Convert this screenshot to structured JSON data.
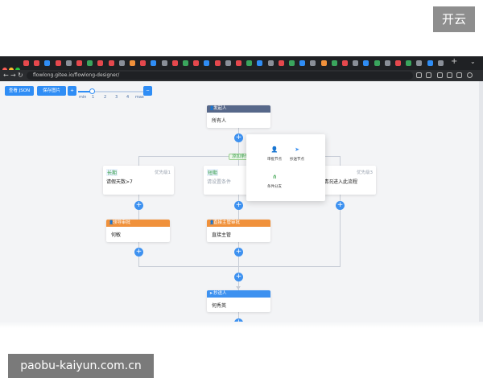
{
  "corner_badge": "开云",
  "browser": {
    "url": "flowlong.gitee.io/flowlong-designer/",
    "new_tab": "+"
  },
  "toolbar": {
    "view_json": "查看 JSON",
    "save_image": "保存图片",
    "zoom_in": "+",
    "zoom_out": "−",
    "zoom_ticks": [
      "min",
      "1",
      "2",
      "3",
      "4",
      "max"
    ]
  },
  "flow": {
    "initiator": {
      "title": "发起人",
      "value": "所有人"
    },
    "add_condition": "添加条件",
    "conditions": [
      {
        "name": "长期",
        "priority": "优先级1",
        "body": "请假天数>7"
      },
      {
        "name": "短期",
        "priority": "",
        "body": "请设置条件"
      },
      {
        "name": "",
        "priority": "优先级3",
        "body": "他情况进入此流程"
      }
    ],
    "approver_left": {
      "title": "领导审批",
      "value": "何敏"
    },
    "approver_mid": {
      "title": "直接主管审批",
      "value": "直接主管"
    },
    "cc": {
      "title": "抄送人",
      "value": "何秀英"
    }
  },
  "popover": {
    "items": [
      "审批节点",
      "抄送节点",
      "条件分支"
    ]
  },
  "watermark": "paobu-kaiyun.com.cn",
  "colors": {
    "accent": "#2f8df5",
    "initiator_head": "#57688a",
    "approver_head": "#f0913b",
    "cc_head": "#3d91f0",
    "condition_green": "#37a04a"
  }
}
